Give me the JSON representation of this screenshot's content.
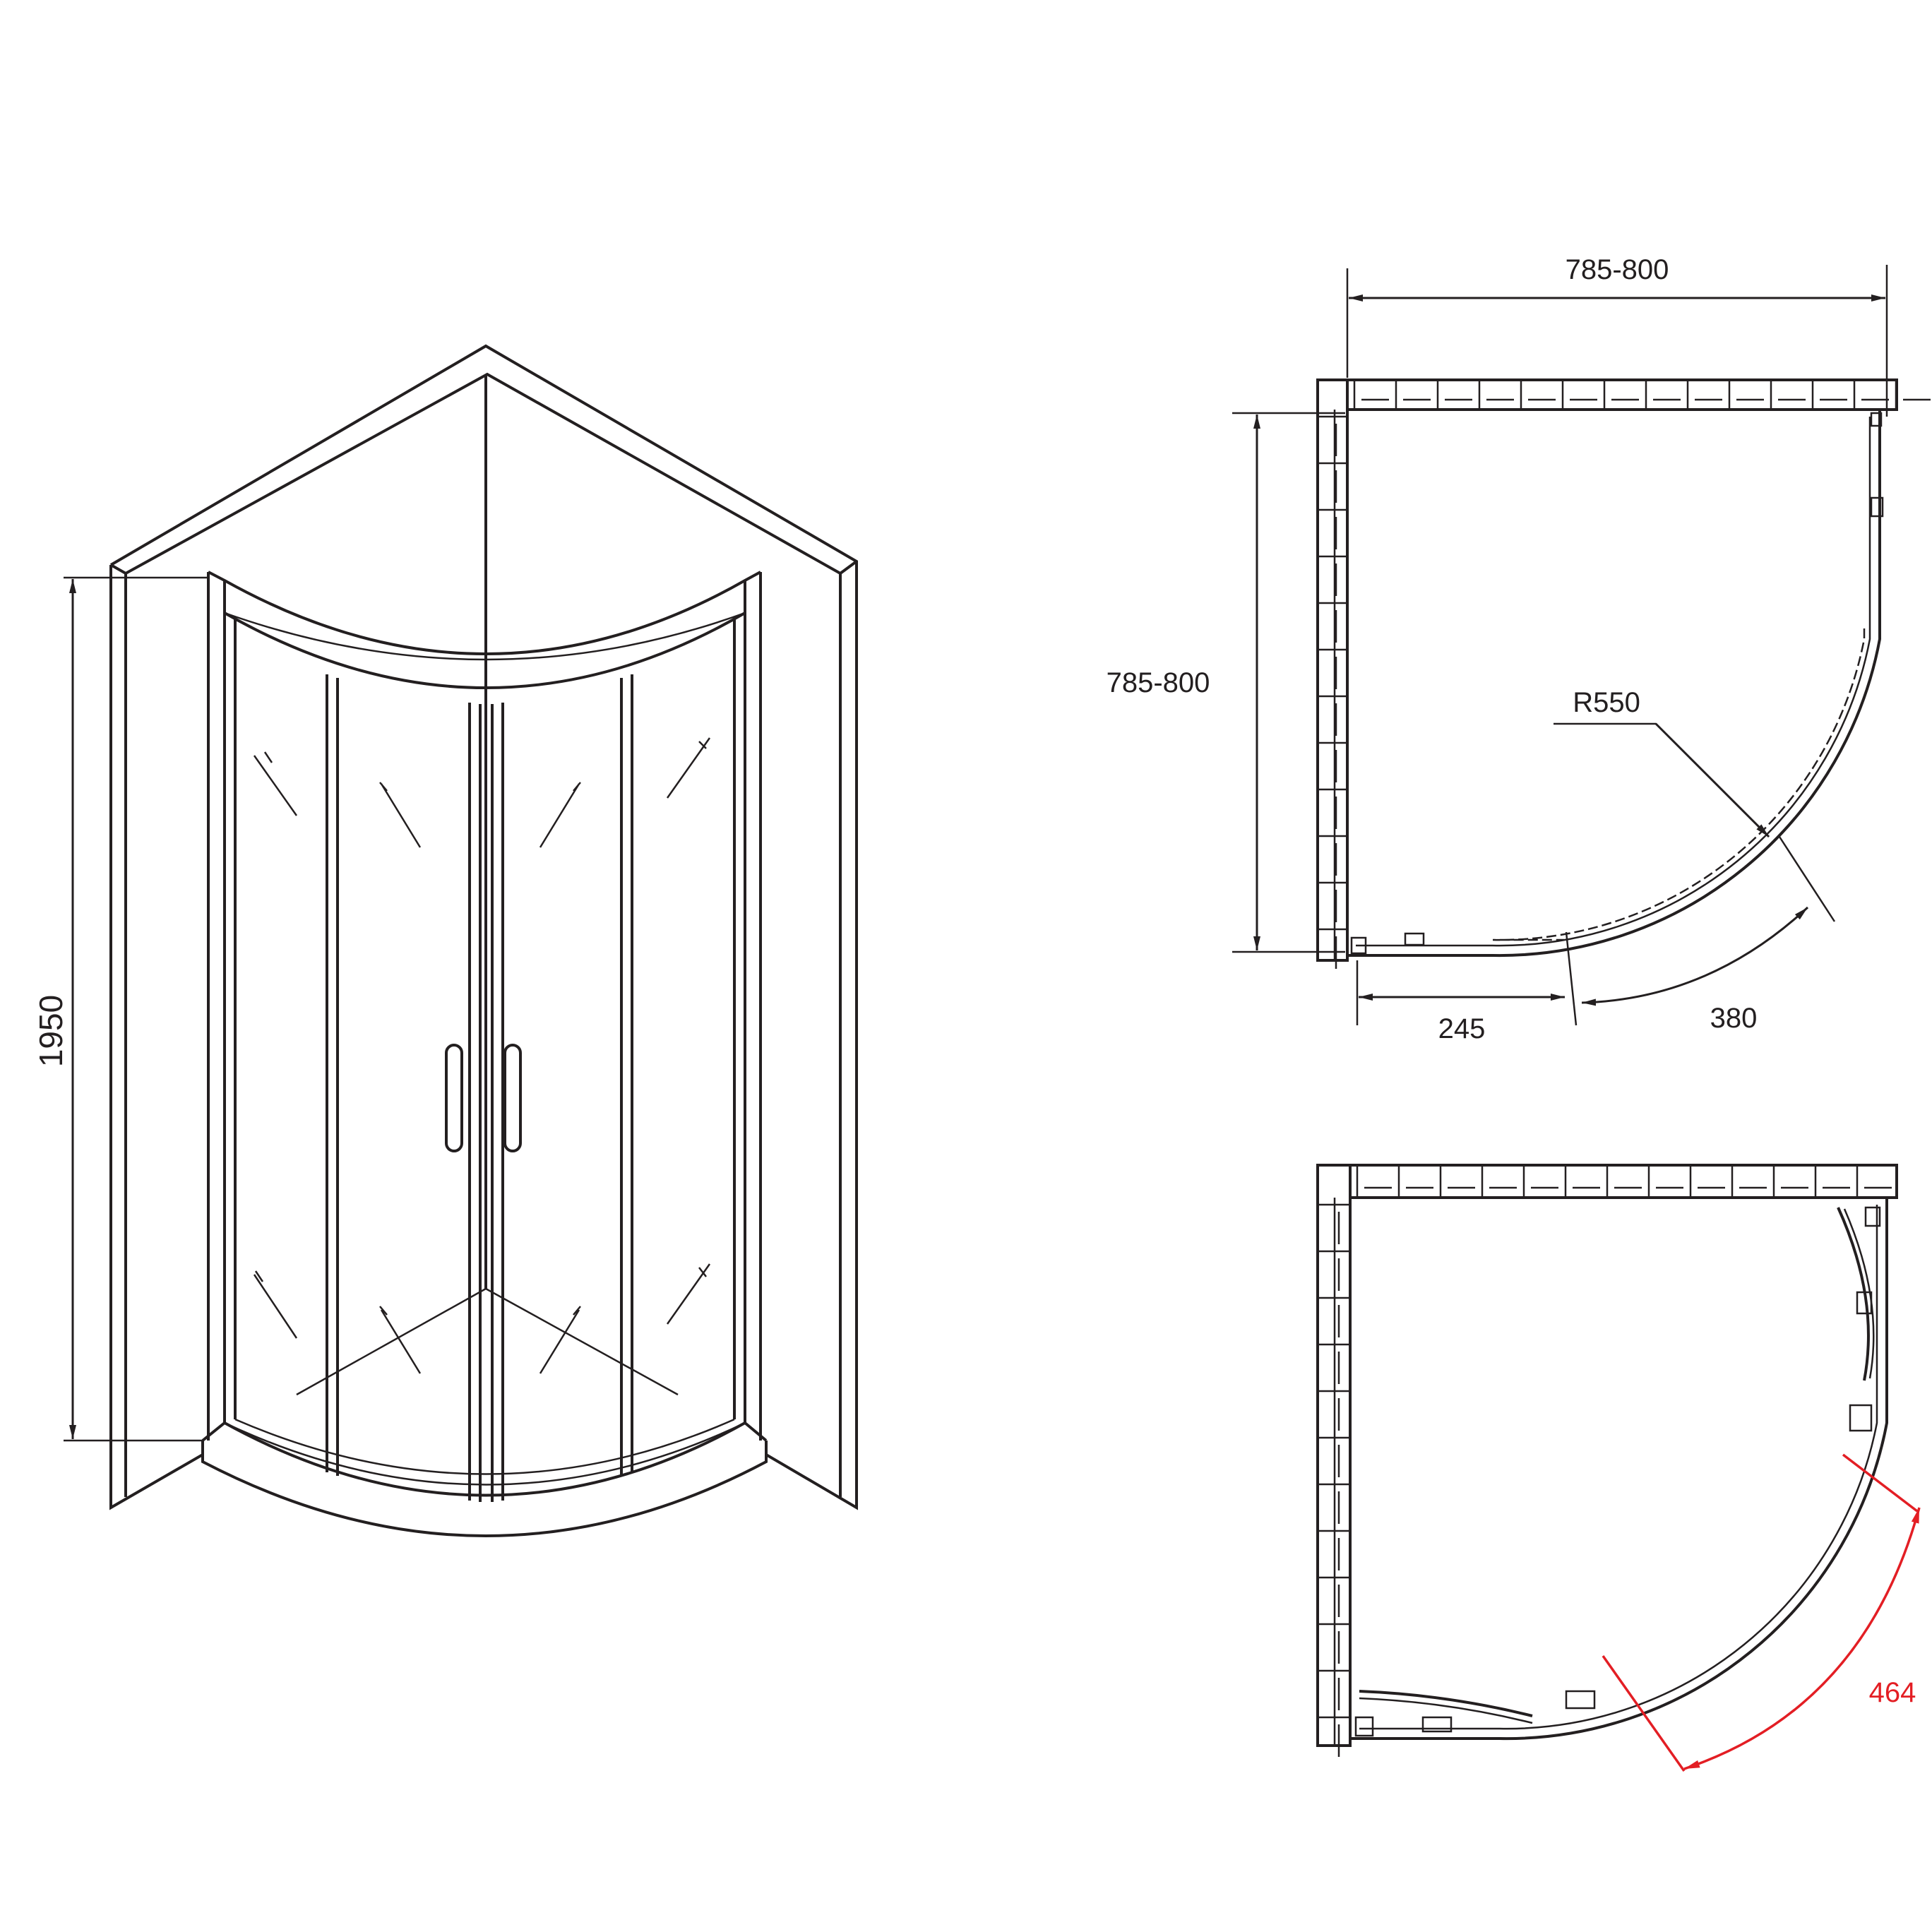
{
  "dimensions": {
    "height": "1950",
    "plan_width": "785-800",
    "plan_depth": "785-800",
    "radius": "R550",
    "fixed_panel": "245",
    "door_arc": "380",
    "open_arc": "464"
  },
  "colors": {
    "line": "#231f20",
    "accent": "#e31e24"
  }
}
